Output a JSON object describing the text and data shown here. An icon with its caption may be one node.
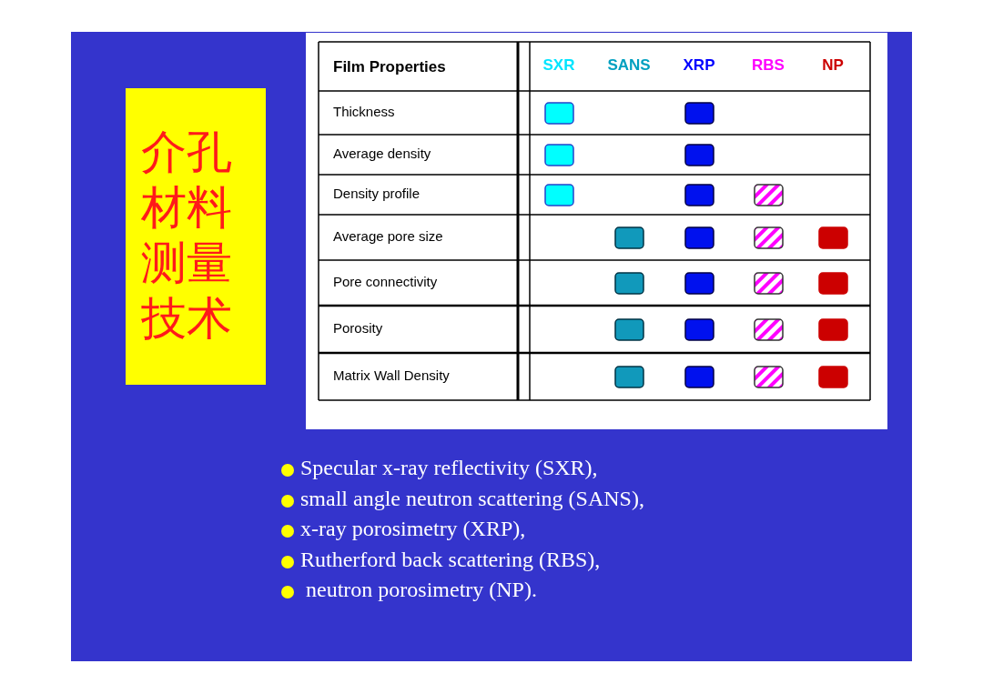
{
  "diagram": {
    "title": "介孔材料测量技术",
    "labels": [
      "Film Properties",
      "SXR",
      "SANS",
      "XRP",
      "RBS",
      "NP",
      "Thickness",
      "Average density",
      "Density profile",
      "Average pore size",
      "Pore connectivity",
      "Porosity",
      "Matrix Wall Density",
      "Specular x-ray reflectivity (SXR),",
      "small angle neutron scattering (SANS),",
      "x-ray porosimetry (XRP),",
      "Rutherford back scattering (RBS),",
      " neutron porosimetry (NP)."
    ]
  }
}
